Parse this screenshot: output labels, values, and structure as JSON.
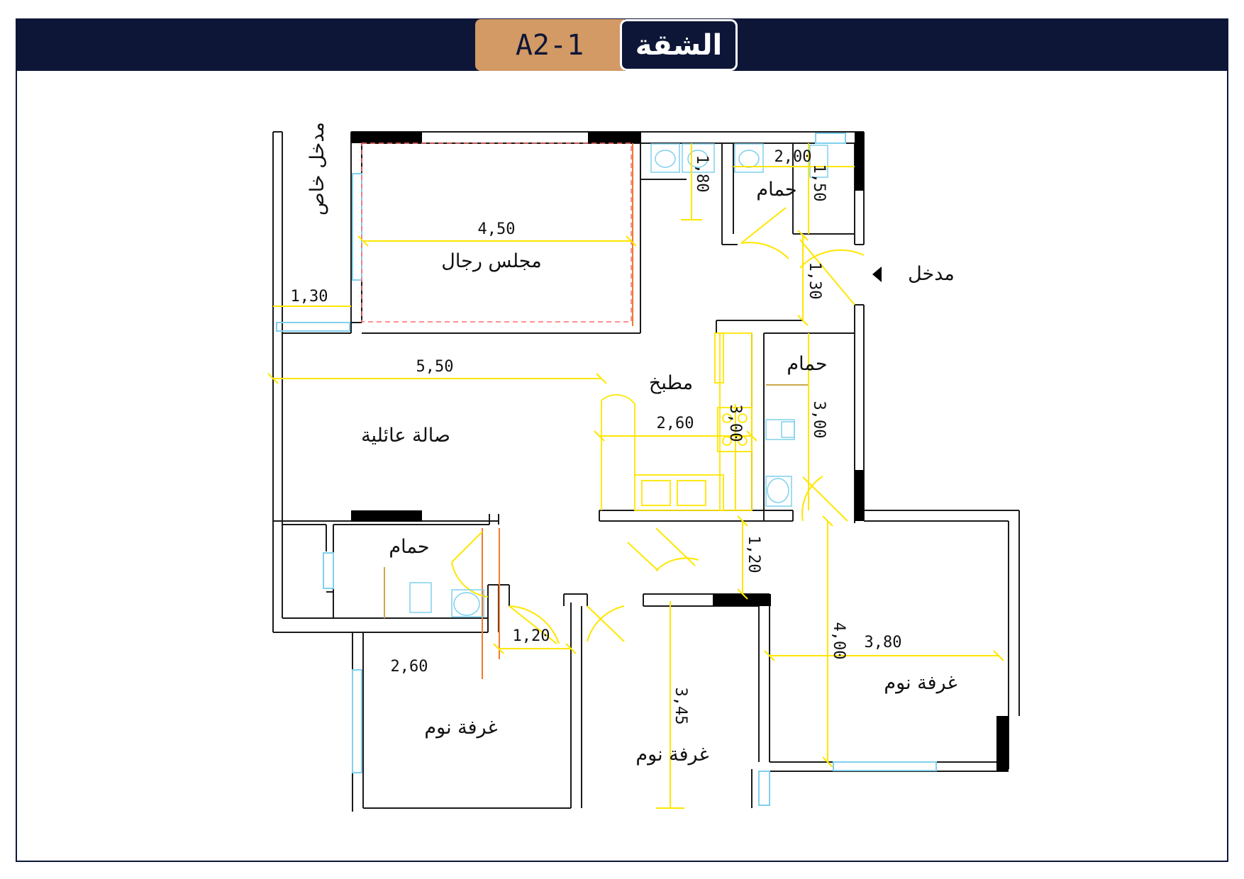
{
  "header": {
    "unit_code": "A2-1",
    "unit_label": "الشقة"
  },
  "rooms": {
    "private_entrance": "مدخل خاص",
    "majlis": "مجلس رجال",
    "bath_top": "حمام",
    "entrance": "مدخل",
    "kitchen": "مطبخ",
    "bath_mid": "حمام",
    "family_hall": "صالة عائلية",
    "bath_left": "حمام",
    "bed_left": "غرفة نوم",
    "bed_center": "غرفة نوم",
    "bed_right": "غرفة نوم"
  },
  "dimensions": {
    "majlis_width": "4,50",
    "bath_top_h": "1,80",
    "bath_top_w": "2,00",
    "bath_top_h2": "1,50",
    "private_entrance_w": "1,30",
    "entrance_corridor": "1,30",
    "hall_width": "5,50",
    "kitchen_width": "2,60",
    "kitchen_depth": "3,00",
    "bath_mid_depth": "3,00",
    "corridor_h": "1,20",
    "corridor_w": "1,20",
    "bed_left_w": "2,60",
    "bed_center_depth": "3,45",
    "bed_right_depth": "4,00",
    "bed_right_w": "3,80"
  },
  "colors": {
    "navy": "#0e1638",
    "gold": "#d39a65",
    "dimension": "#ffe600",
    "window": "#7fd0ee",
    "pillar": "#000000",
    "dashed": "#ff6b6b"
  }
}
